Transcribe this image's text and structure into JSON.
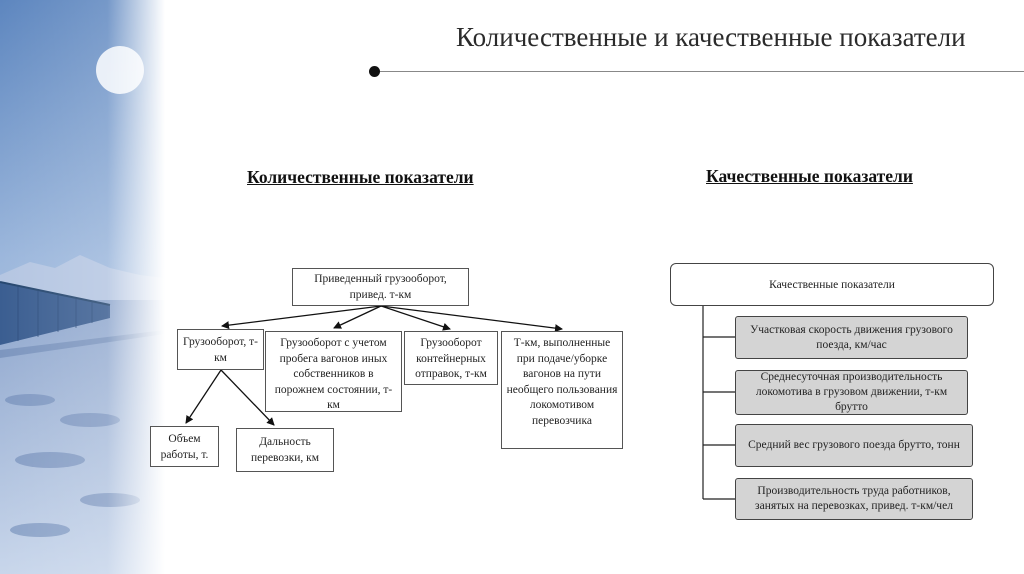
{
  "slide": {
    "title": "Количественные и качественные показатели"
  },
  "quantitative": {
    "heading": "Количественные показатели",
    "root": "Приведенный грузооборот, привед. т-км",
    "children": [
      "Грузооборот, т-км",
      "Грузооборот с учетом пробега вагонов иных собственников в порожнем состоянии, т-км",
      "Грузооборот контейнерных отправок, т-км",
      "Т-км, выполненные при подаче/уборке вагонов на пути необщего пользования локомотивом перевозчика"
    ],
    "sub_children": [
      "Объем работы, т.",
      "Дальность перевозки, км"
    ]
  },
  "qualitative": {
    "heading": "Качественные показатели",
    "root": "Качественные показатели",
    "items": [
      "Участковая скорость движения грузового поезда, км/час",
      "Среднесуточная производительность локомотива в грузовом движении, т-км брутто",
      "Средний вес грузового поезда брутто, тонн",
      "Производительность труда работников, занятых на перевозках, привед. т-км/чел"
    ]
  },
  "colors": {
    "accent": "#2f5fa8",
    "item_fill": "#d4d4d4"
  }
}
